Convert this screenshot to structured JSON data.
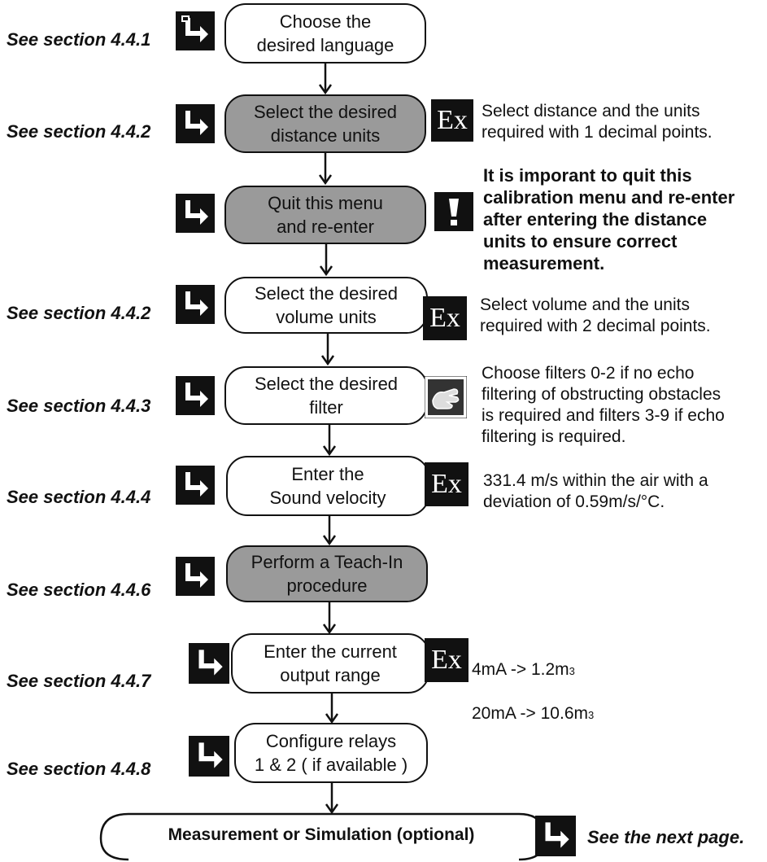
{
  "steps": [
    {
      "ref": "See section 4.4.1",
      "text": "Choose the\ndesired language",
      "note": ""
    },
    {
      "ref": "See section 4.4.2",
      "text": "Select the desired\ndistance units",
      "note": "Select distance and the units\nrequired with 1 decimal points."
    },
    {
      "ref": "",
      "text": "Quit this menu\nand re-enter",
      "note": "It is imporant to quit this\ncalibration menu and re-enter\nafter entering the distance\nunits to ensure correct\nmeasurement."
    },
    {
      "ref": "See section 4.4.2",
      "text": "Select the desired\nvolume units",
      "note": "Select volume and the units\nrequired with 2 decimal points."
    },
    {
      "ref": "See section 4.4.3",
      "text": "Select the desired\nfilter",
      "note": "Choose filters 0-2 if no echo\nfiltering of obstructing obstacles\nis required and filters 3-9 if echo\nfiltering is required."
    },
    {
      "ref": "See section 4.4.4",
      "text": "Enter the\nSound velocity",
      "note": "331.4 m/s within the air with a\ndeviation of 0.59m/s/°C."
    },
    {
      "ref": "See section 4.4.6",
      "text": "Perform a Teach-In\nprocedure",
      "note": ""
    },
    {
      "ref": "See section 4.4.7",
      "text": "Enter the current\noutput range",
      "note_lines": [
        {
          "pre": "4mA   -> 1.2m",
          "unit": "3"
        },
        {
          "pre": "20mA -> 10.6m",
          "unit": "3"
        }
      ]
    },
    {
      "ref": "See section 4.4.8",
      "text": "Configure relays\n1 & 2 ( if available )",
      "note": ""
    }
  ],
  "icons": {
    "ex_label": "Ex",
    "keypad": "keypad-arrow-icon",
    "warning": "exclamation-icon",
    "tip": "hand-tip-icon"
  },
  "terminal": {
    "label": "Measurement or Simulation (optional)",
    "ref": "See the next page."
  },
  "colors": {
    "grey_box": "#9a9a9a",
    "icon_bg": "#111111"
  }
}
